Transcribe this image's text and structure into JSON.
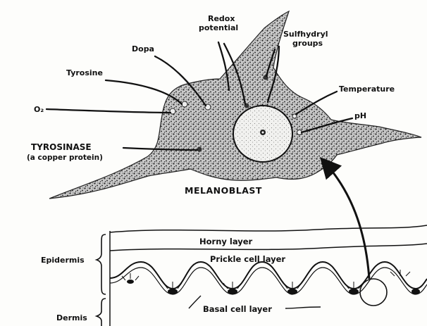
{
  "labels": {
    "redox_1": "Redox",
    "redox_2": "potential",
    "dopa": "Dopa",
    "sulfhydryl_1": "Sulfhydryl",
    "sulfhydryl_2": "groups",
    "tyrosine": "Tyrosine",
    "temperature": "Temperature",
    "oxygen": "O₂",
    "ph": "pH",
    "tyrosinase_1": "TYROSINASE",
    "tyrosinase_2": "(a copper protein)",
    "melanoblast": "MELANOBLAST",
    "horny_layer": "Horny layer",
    "prickle_layer": "Prickle cell layer",
    "epidermis": "Epidermis",
    "dermis": "Dermis",
    "basal_layer": "Basal cell layer"
  }
}
